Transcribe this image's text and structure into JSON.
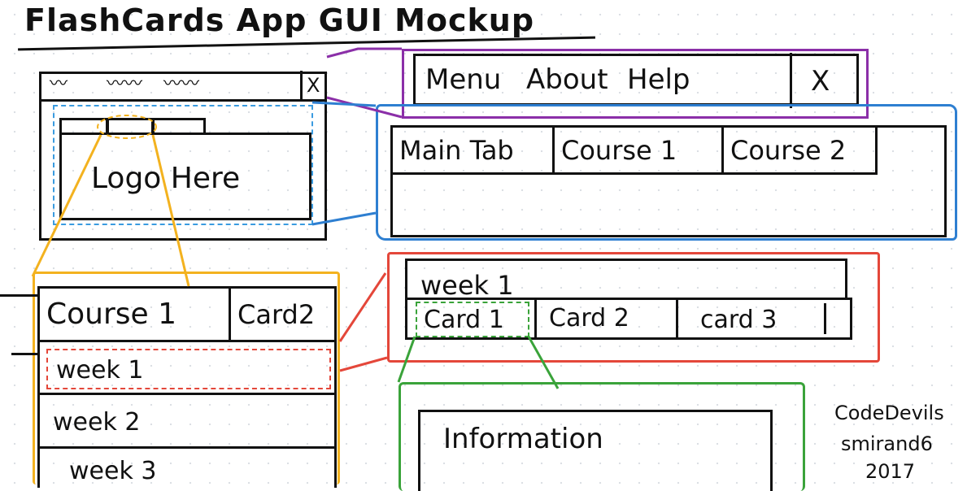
{
  "title": "FlashCards App GUI Mockup",
  "colors": {
    "purple": "#8b2fa8",
    "blue": "#2e7fd1",
    "dashed_blue": "#3a9be0",
    "yellow": "#f3b21f",
    "red": "#e4473a",
    "green": "#3aa33a",
    "ink": "#111111"
  },
  "mini_window": {
    "close": "X",
    "logo_text": "Logo Here"
  },
  "menubar": {
    "items": [
      "Menu",
      "About",
      "Help"
    ],
    "close": "X"
  },
  "main_tabs": {
    "tabs": [
      "Main Tab",
      "Course 1",
      "Course 2"
    ]
  },
  "course_panel": {
    "tabs": [
      "Course 1",
      "Card2"
    ],
    "rows": [
      "week 1",
      "week 2",
      "week 3"
    ]
  },
  "week_panel": {
    "header": "week 1",
    "cards": [
      "Card 1",
      "Card 2",
      "card 3"
    ]
  },
  "info_panel": {
    "text": "Information"
  },
  "credit": {
    "line1": "CodeDevils",
    "line2": "smirand6",
    "line3": "2017"
  }
}
